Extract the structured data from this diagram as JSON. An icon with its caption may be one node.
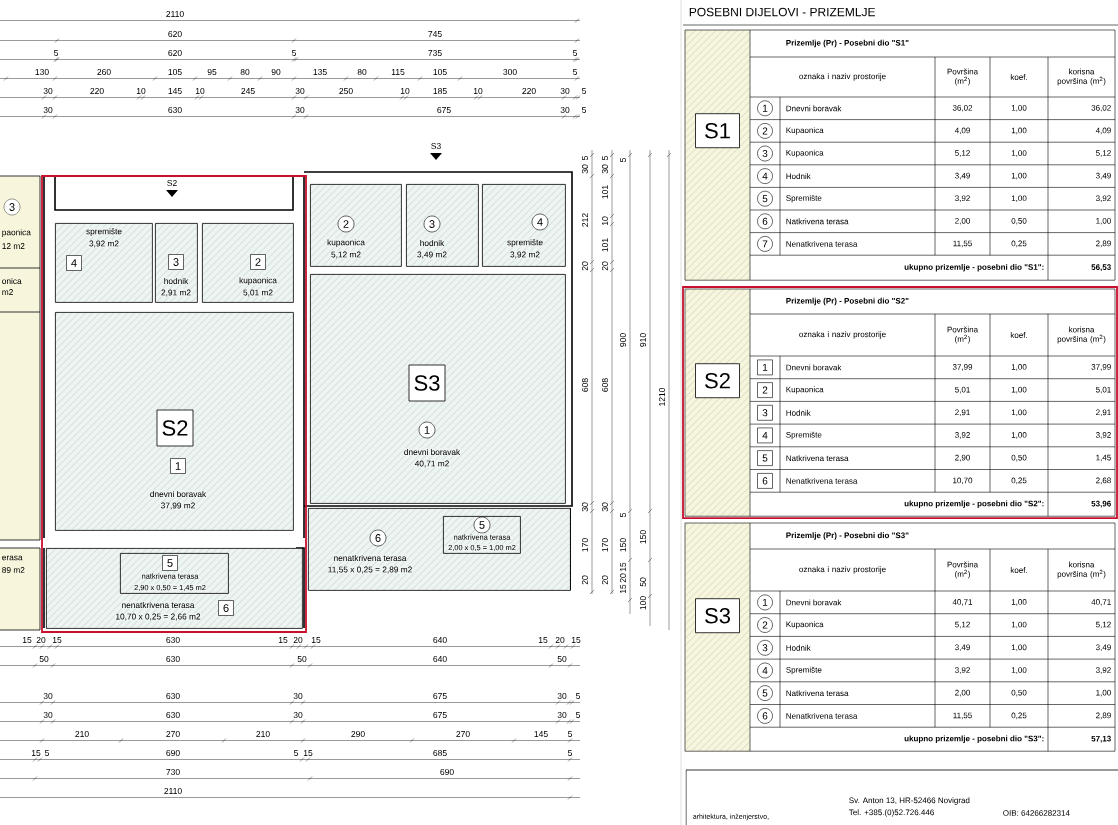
{
  "diagram": {
    "title": "POSEBNI DIJELOVI - PRIZEMLJE",
    "nodes": [
      {
        "text": [
          "4",
          "spremište",
          "3,92 m2"
        ]
      },
      {
        "text": [
          "3",
          "hodnik",
          "2,91 m2"
        ]
      },
      {
        "text": [
          "2",
          "kupaonica",
          "5,01 m2"
        ]
      },
      {
        "text": [
          "1",
          "dnevni boravak",
          "37,99 m2"
        ]
      },
      {
        "text": [
          "S2"
        ],
        "in": 3
      },
      {
        "text": [
          "nenatkrivena terasa",
          "10,70 x 0,25 = 2,66 m2",
          "6"
        ]
      },
      {
        "text": [
          "5",
          "natkrivena terasa",
          "2,90 x 0,50 = 1,45 m2"
        ],
        "in": 5
      },
      {
        "text": [
          "2",
          "kupaonica",
          "5,12 m2"
        ]
      },
      {
        "text": [
          "3",
          "hodnik",
          "3,49 m2"
        ]
      },
      {
        "text": [
          "4",
          "spremište",
          "3,92 m2"
        ]
      },
      {
        "text": [
          "1",
          "dnevni boravak",
          "40,71 m2"
        ]
      },
      {
        "text": [
          "S3"
        ],
        "in": 10
      },
      {
        "text": [
          "6",
          "nenatkrivena terasa",
          "11,55 x 0,25 = 2,89 m2"
        ]
      },
      {
        "text": [
          "5",
          "natkrivena terasa",
          "2,00 x 0,5 = 1,00 m2"
        ],
        "in": 12
      }
    ],
    "labels": [
      "2110",
      "620",
      "745",
      "5",
      "620",
      "5",
      "735",
      "5",
      "130",
      "260",
      "105",
      "95",
      "80",
      "90",
      "135",
      "80",
      "115",
      "105",
      "300",
      "5",
      "30",
      "220",
      "10",
      "145",
      "10",
      "245",
      "30",
      "250",
      "10",
      "185",
      "10",
      "220",
      "30",
      "5",
      "30",
      "630",
      "30",
      "675",
      "30",
      "5",
      "3",
      "paonica",
      "12 m2",
      "onica",
      "m2",
      "erasa",
      "89 m2",
      "S3",
      "S2",
      "5",
      "30",
      "212",
      "20",
      "608",
      "30",
      "170",
      "20",
      "5",
      "30",
      "101",
      "10",
      "101",
      "20",
      "608",
      "30",
      "170",
      "20",
      "5",
      "900",
      "5",
      "150",
      "15",
      "20",
      "15",
      "910",
      "150",
      "50",
      "100",
      "1210",
      "15",
      "20",
      "15",
      "630",
      "15",
      "20",
      "15",
      "640",
      "15",
      "20",
      "15",
      "50",
      "630",
      "50",
      "640",
      "50",
      "30",
      "630",
      "30",
      "675",
      "30",
      "5",
      "30",
      "630",
      "30",
      "675",
      "30",
      "5",
      "210",
      "270",
      "210",
      "290",
      "270",
      "145",
      "5",
      "15",
      "5",
      "690",
      "5",
      "15",
      "685",
      "5",
      "730",
      "690",
      "2110",
      "S1",
      "Prizemlje (Pr) - Posebni dio \"S1\"",
      "oznaka i naziv prostorije",
      "Površina (m$^{2}$)",
      "koef.",
      "korisna površina (m$^{2}$)",
      "1",
      "Dnevni boravak",
      "36,02",
      "1,00",
      "36,02",
      "2",
      "Kupaonica",
      "4,09",
      "1,00",
      "4,09",
      "3",
      "Kupaonica",
      "5,12",
      "1,00",
      "5,12",
      "4",
      "Hodnik",
      "3,49",
      "1,00",
      "3,49",
      "5",
      "Spremište",
      "3,92",
      "1,00",
      "3,92",
      "6",
      "Natkrivena terasa",
      "2,00",
      "0,50",
      "1,00",
      "7",
      "Nenatkrivena terasa",
      "11,55",
      "0,25",
      "2,89",
      "ukupno prizemlje - posebni dio \"S1\":",
      "56,53",
      "S2",
      "Prizemlje (Pr) - Posebni dio \"S2\"",
      "oznaka i naziv prostorije",
      "Površina (m$^{2}$)",
      "koef.",
      "korisna površina (m$^{2}$)",
      "1",
      "Dnevni boravak",
      "37,99",
      "1,00",
      "37,99",
      "2",
      "Kupaonica",
      "5,01",
      "1,00",
      "5,01",
      "3",
      "Hodnik",
      "2,91",
      "1,00",
      "2,91",
      "4",
      "Spremište",
      "3,92",
      "1,00",
      "3,92",
      "5",
      "Natkrivena terasa",
      "2,90",
      "0,50",
      "1,45",
      "6",
      "Nenatkrivena terasa",
      "10,70",
      "0,25",
      "2,68",
      "ukupno prizemlje - posebni dio \"S2\":",
      "53,96",
      "S3",
      "Prizemlje (Pr) - Posebni dio \"S3\"",
      "oznaka i naziv prostorije",
      "Površina (m$^{2}$)",
      "koef.",
      "korisna površina (m$^{2}$)",
      "1",
      "Dnevni boravak",
      "40,71",
      "1,00",
      "40,71",
      "2",
      "Kupaonica",
      "5,12",
      "1,00",
      "5,12",
      "3",
      "Hodnik",
      "3,49",
      "1,00",
      "3,49",
      "4",
      "Spremište",
      "3,92",
      "1,00",
      "3,92",
      "5",
      "Natkrivena terasa",
      "2,00",
      "0,50",
      "1,00",
      "6",
      "Nenatkrivena terasa",
      "11,55",
      "0,25",
      "2,89",
      "ukupno prizemlje - posebni dio \"S3\":",
      "57,13",
      "arhitektura, inženjerstvo,",
      "Sv. Anton 13, HR-52466 Novigrad",
      "Tel. +385.(0)52.726.446",
      "OIB: 64266282314"
    ]
  }
}
